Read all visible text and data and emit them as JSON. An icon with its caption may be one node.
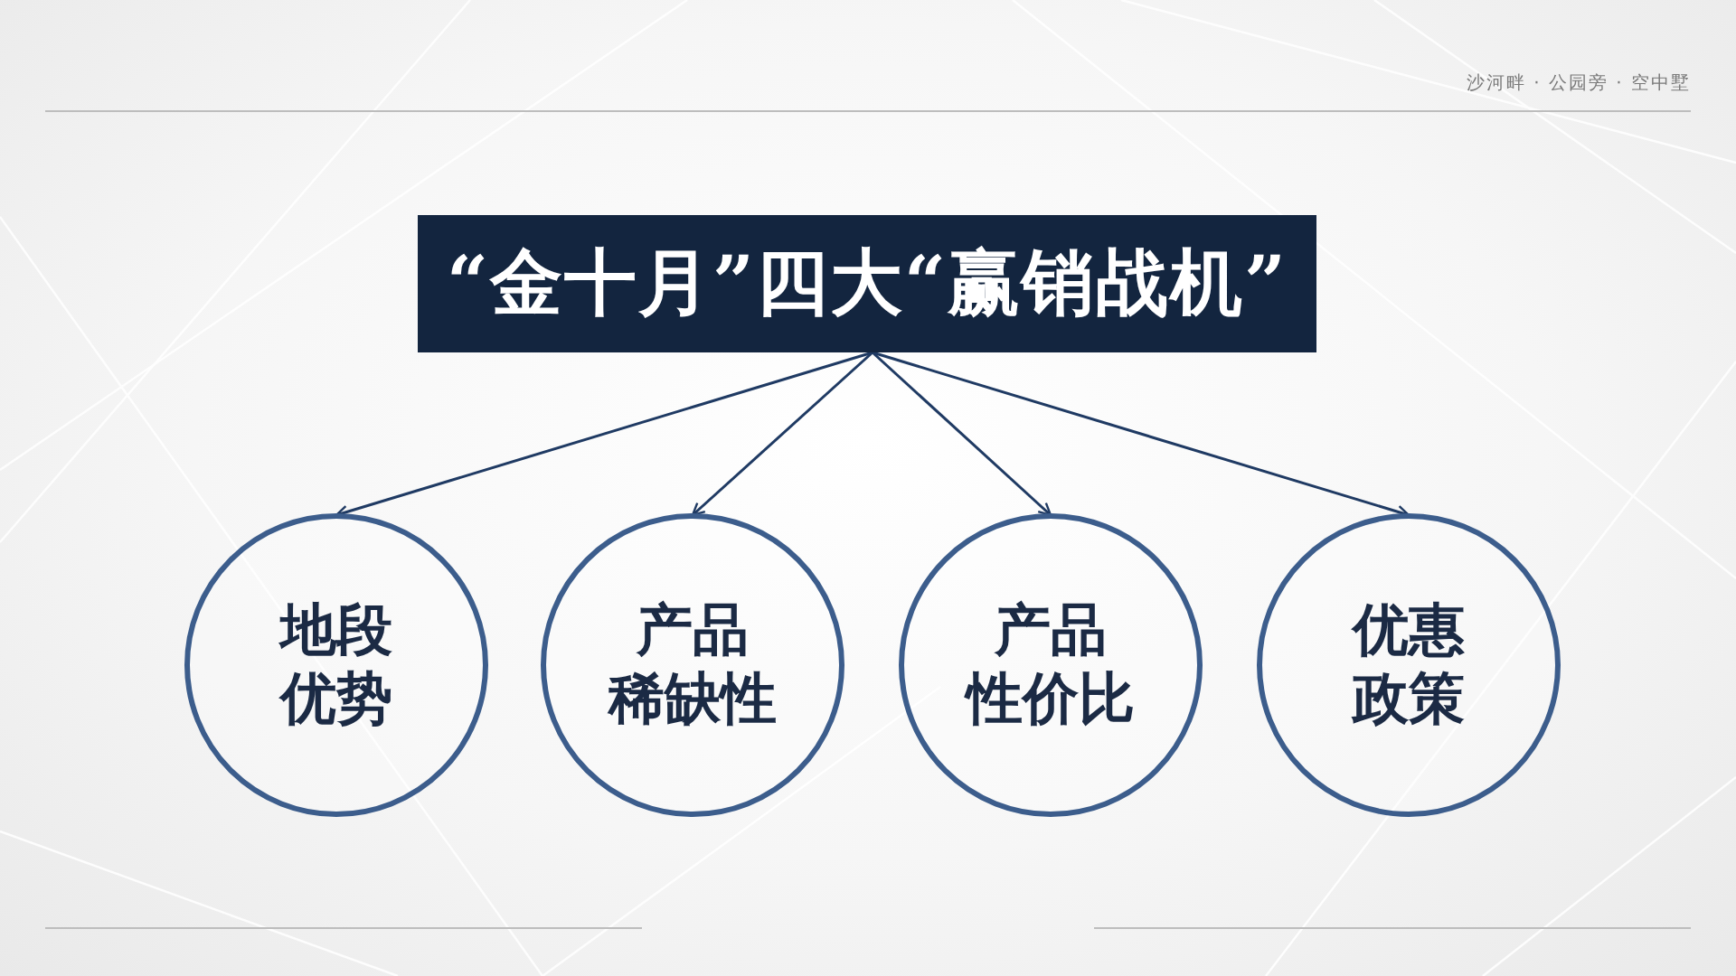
{
  "diagram": {
    "nodes": [
      {
        "text": [
          "“金十月”四大“赢销战机”"
        ]
      },
      {
        "text": [
          "地段优势"
        ]
      },
      {
        "text": [
          "产品稀缺性"
        ]
      },
      {
        "text": [
          "产品性价比"
        ]
      },
      {
        "text": [
          "优惠政策"
        ]
      }
    ],
    "edges": [
      {
        "from": 0,
        "to": 1,
        "arrow": "to"
      },
      {
        "from": 0,
        "to": 2,
        "arrow": "to"
      },
      {
        "from": 0,
        "to": 3,
        "arrow": "to"
      },
      {
        "from": 0,
        "to": 4,
        "arrow": "to"
      }
    ],
    "labels": [
      "沙河畔 · 公园旁 · 空中墅"
    ]
  }
}
